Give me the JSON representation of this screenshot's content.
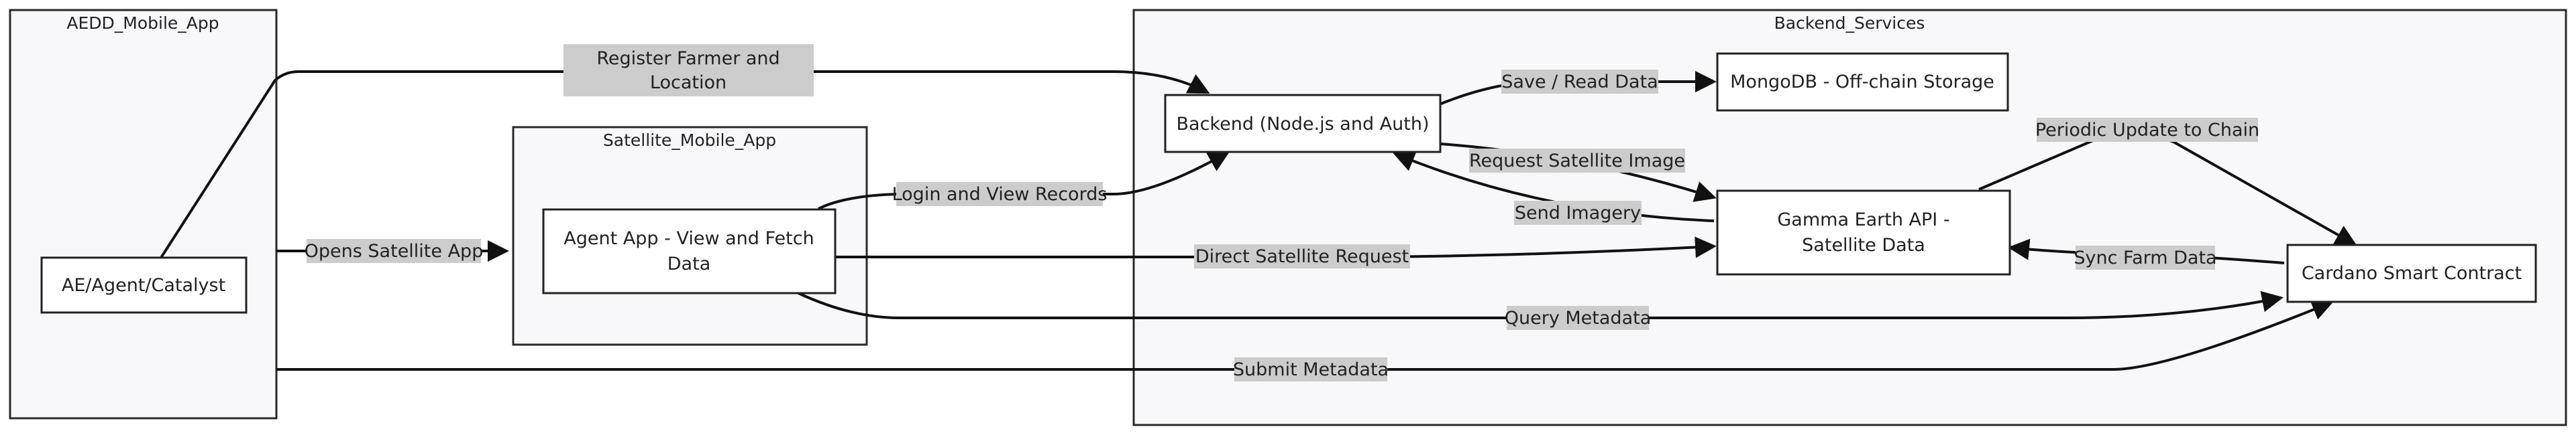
{
  "diagram": {
    "clusters": {
      "aedd": "AEDD_Mobile_App",
      "satellite": "Satellite_Mobile_App",
      "backend": "Backend_Services"
    },
    "nodes": {
      "ae_agent": "AE/Agent/Catalyst",
      "agent_app": [
        "Agent App - View and Fetch",
        "Data"
      ],
      "backend_api": "Backend (Node.js and Auth)",
      "mongodb": "MongoDB - Off-chain Storage",
      "gamma": [
        "Gamma Earth API -",
        "Satellite Data"
      ],
      "cardano": "Cardano Smart Contract"
    },
    "edges": {
      "register": [
        "Register Farmer and",
        "Location"
      ],
      "opens": "Opens Satellite App",
      "login": "Login and View Records",
      "save_read": "Save / Read Data",
      "request_image": "Request Satellite Image",
      "send_imagery": "Send Imagery",
      "periodic": "Periodic Update to Chain",
      "direct": "Direct Satellite Request",
      "sync": "Sync Farm Data",
      "query": "Query Metadata",
      "submit": "Submit Metadata"
    }
  }
}
